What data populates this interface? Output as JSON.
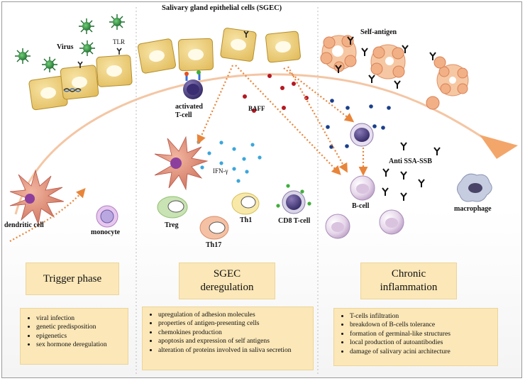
{
  "labels": {
    "sgec_title": "Salivary gland epithelial cells (SGEC)",
    "virus": "Virus",
    "tlr": "TLR",
    "self_antigen": "Self-antigen",
    "activated_t_cell_line1": "activated",
    "activated_t_cell_line2": "T-cell",
    "baff": "BAFF",
    "ifn_gamma": "IFN-γ",
    "anti_ssa_ssb": "Anti SSA-SSB",
    "dendritic_cell": "dendritic cell",
    "monocyte": "monocyte",
    "treg": "Treg",
    "th1": "Th1",
    "th17": "Th17",
    "cd8_t_cell": "CD8 T-cell",
    "b_cell": "B-cell",
    "macrophage": "macrophage"
  },
  "phases": [
    {
      "title_line1": "Trigger phase",
      "title_line2": "",
      "items": [
        "viral infection",
        "genetic predisposition",
        "epigenetics",
        "sex hormone deregulation"
      ]
    },
    {
      "title_line1": "SGEC",
      "title_line2": "deregulation",
      "items": [
        "upregulation of adhesion molecules",
        "properties of antigen-presenting cells",
        "chemokines production",
        "apoptosis and expression of self antigens",
        "alteration of proteins involved in saliva secretion"
      ]
    },
    {
      "title_line1": "Chronic",
      "title_line2": "inflammation",
      "items": [
        "T-cells infiltration",
        "breakdown of B-cells tolerance",
        "formation of germinal-like structures",
        "local production of autoantibodies",
        "damage of salivary acini architecture"
      ]
    }
  ],
  "colors": {
    "epithelial_cell": "#eed083",
    "epithelial_border": "#b58f2f",
    "arrow_orange": "#e8853a",
    "baff_dot": "#b41822",
    "ifn_dot": "#3ca6dc",
    "green_dot": "#3fae3a",
    "b_cell_dot": "#1a3f8a",
    "label_box": "#fbe7b7"
  }
}
